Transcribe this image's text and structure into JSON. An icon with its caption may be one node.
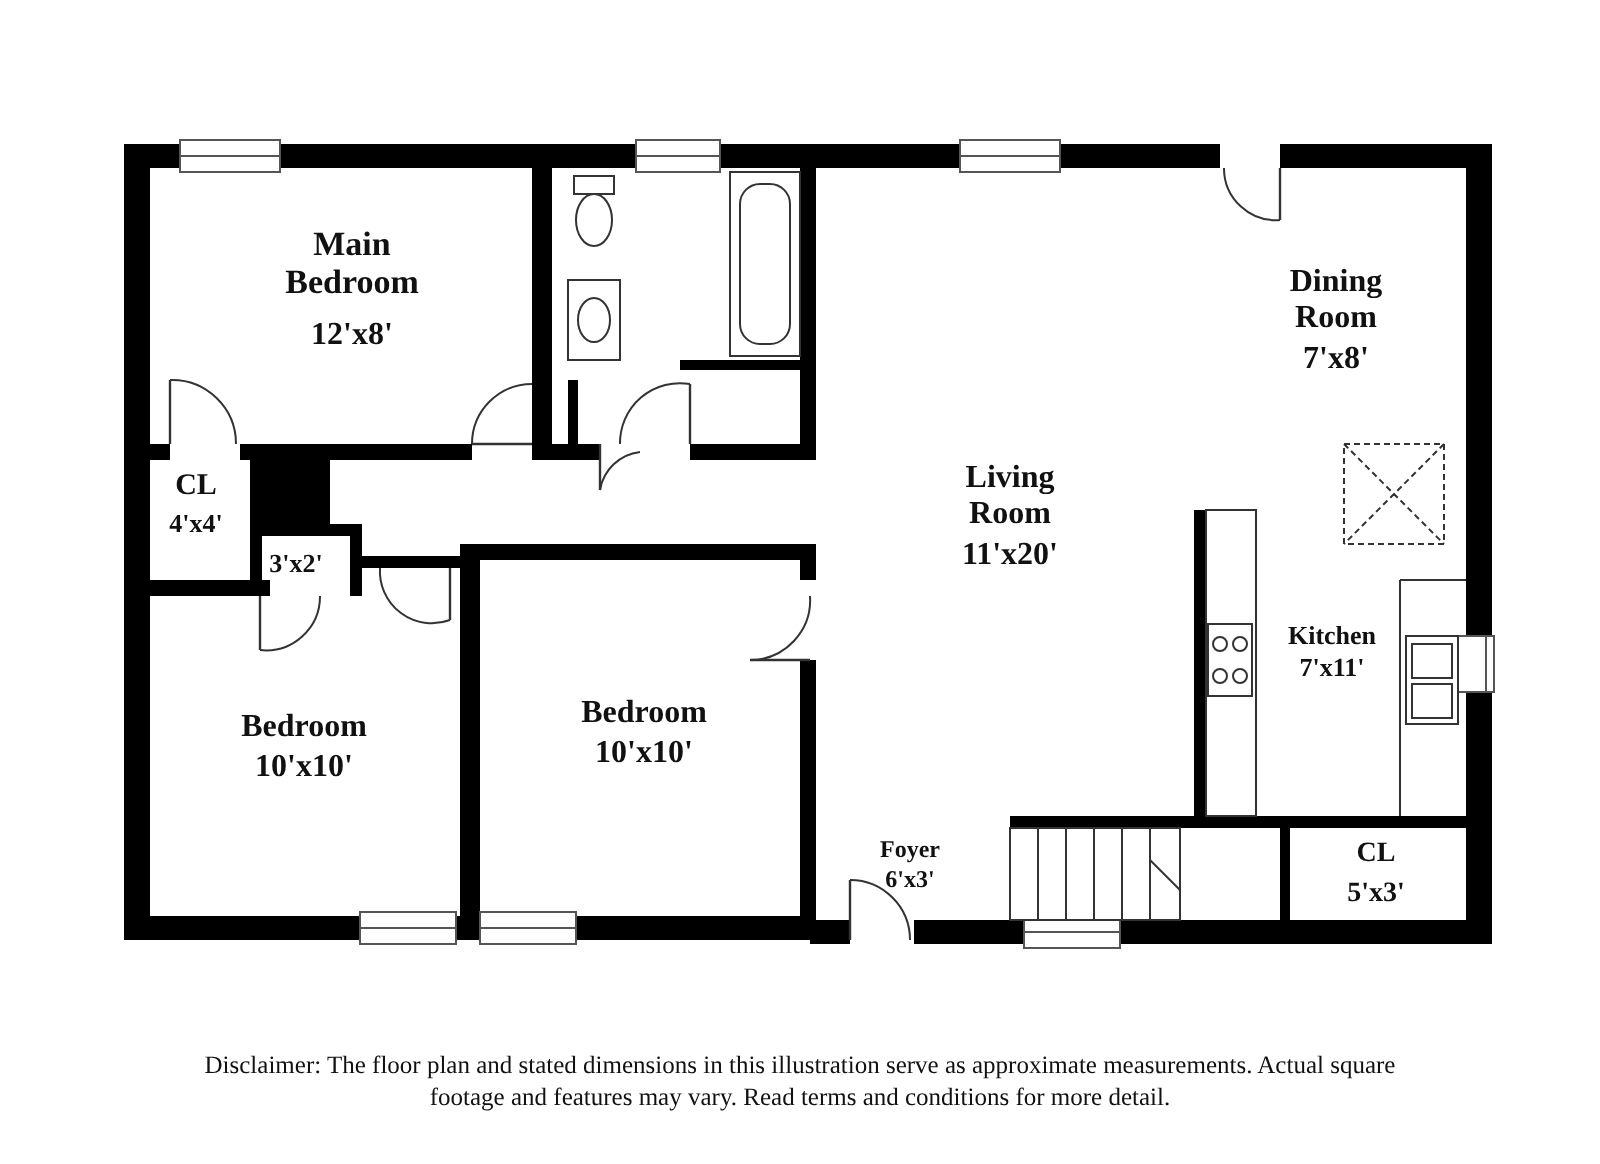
{
  "diagram": {
    "labels": [
      "Main Bedroom",
      "12'x8'",
      "CL",
      "4'x4'",
      "3'x2'",
      "Bedroom",
      "10'x10'",
      "Bedroom",
      "10'x10'",
      "Living Room",
      "11'x20'",
      "Dining Room",
      "7'x8'",
      "Kitchen",
      "7'x11'",
      "Foyer",
      "6'x3'",
      "CL",
      "5'x3'",
      "Disclaimer: The floor plan and stated dimensions in this illustration serve as approximate measurements. Actual square footage and features may vary. Read terms and conditions for more detail."
    ]
  }
}
